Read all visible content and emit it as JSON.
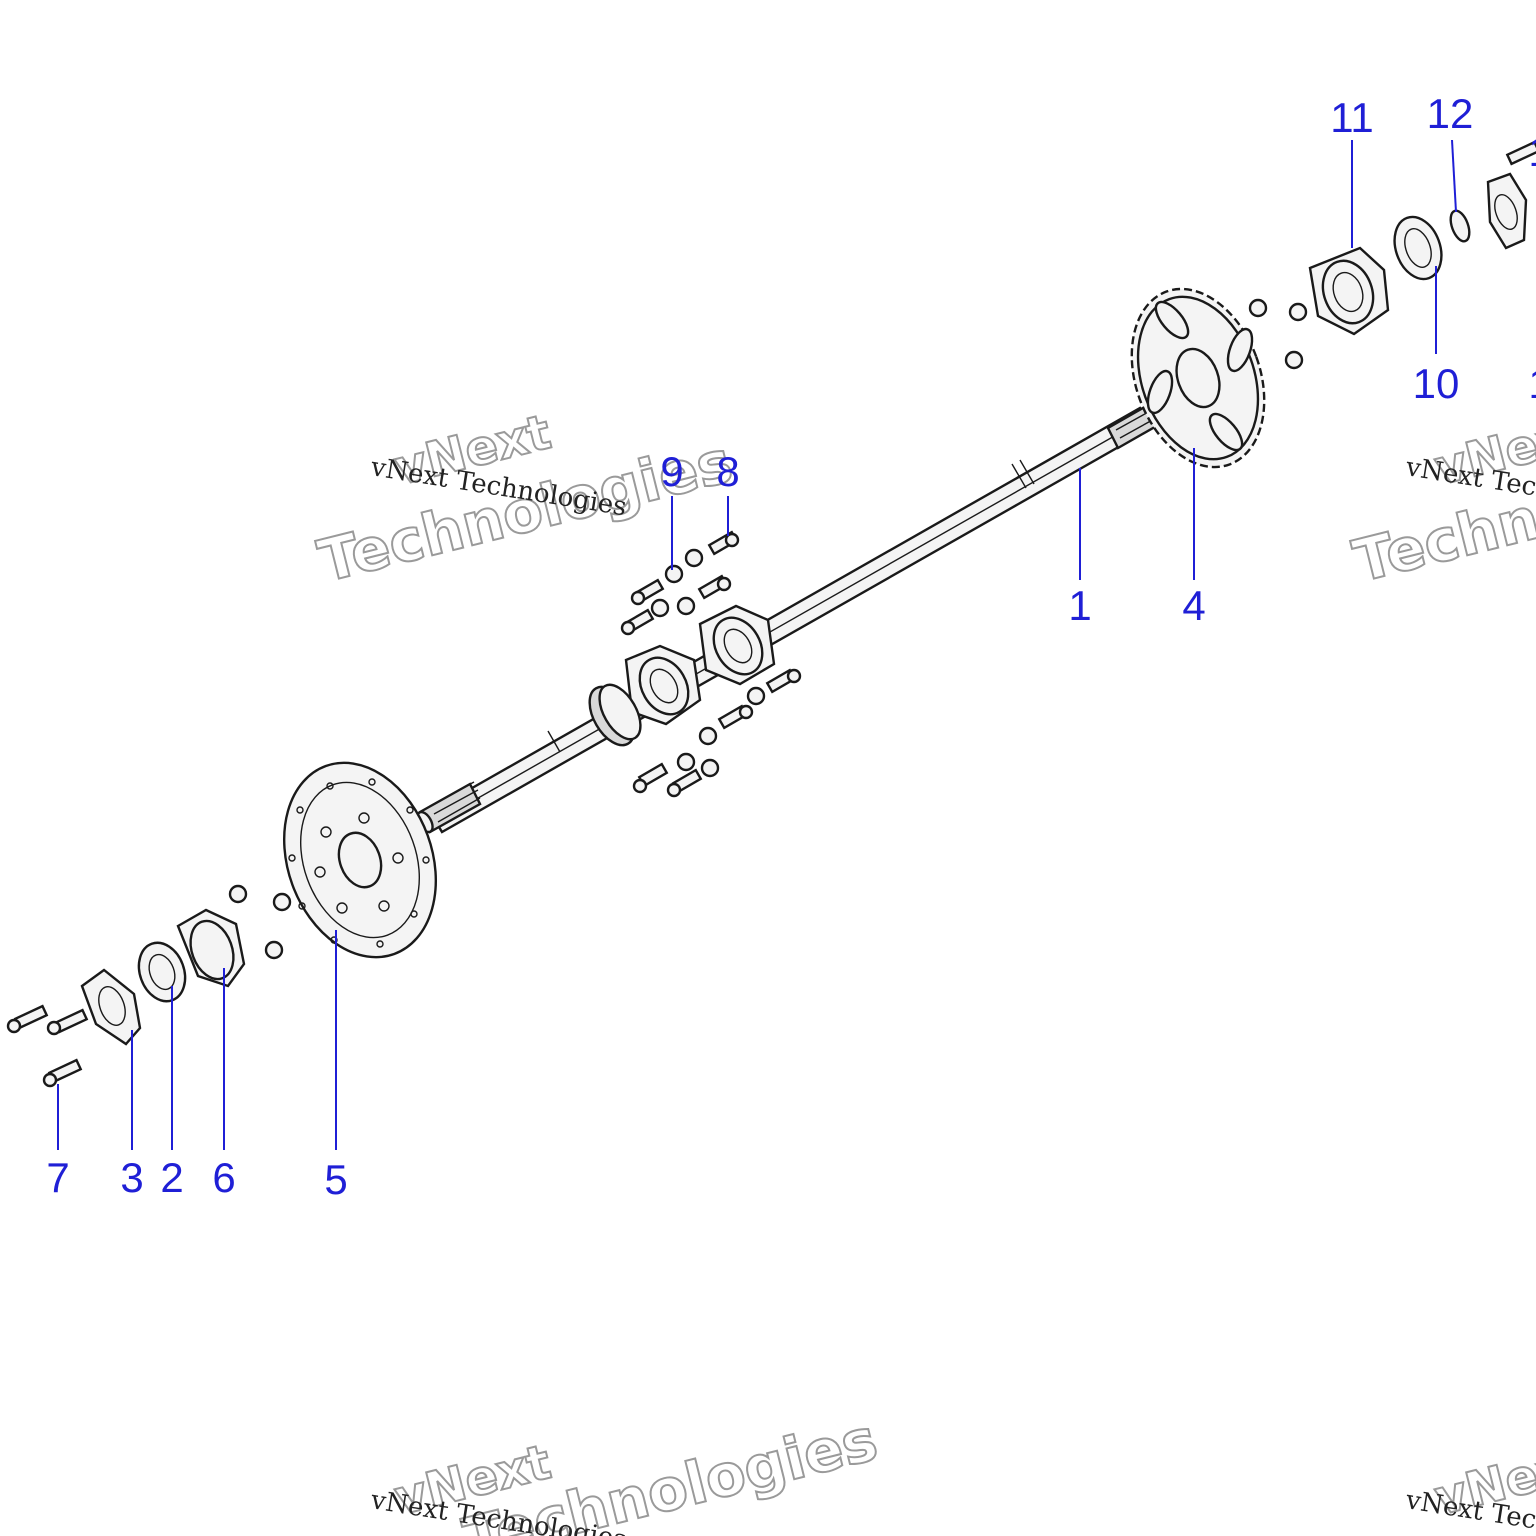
{
  "callouts": {
    "c1": "1",
    "c2": "2",
    "c3": "3",
    "c4": "4",
    "c5": "5",
    "c6": "6",
    "c7": "7",
    "c8": "8",
    "c9": "9",
    "c10": "10",
    "c11": "11",
    "c12": "12",
    "c13": "1",
    "c14": "1"
  },
  "watermark": {
    "serif": "vNext Technologies",
    "line1": "vNext",
    "line2": "Technologies"
  },
  "colors": {
    "callout": "#1f1fd6",
    "line": "#1a1a1a"
  }
}
